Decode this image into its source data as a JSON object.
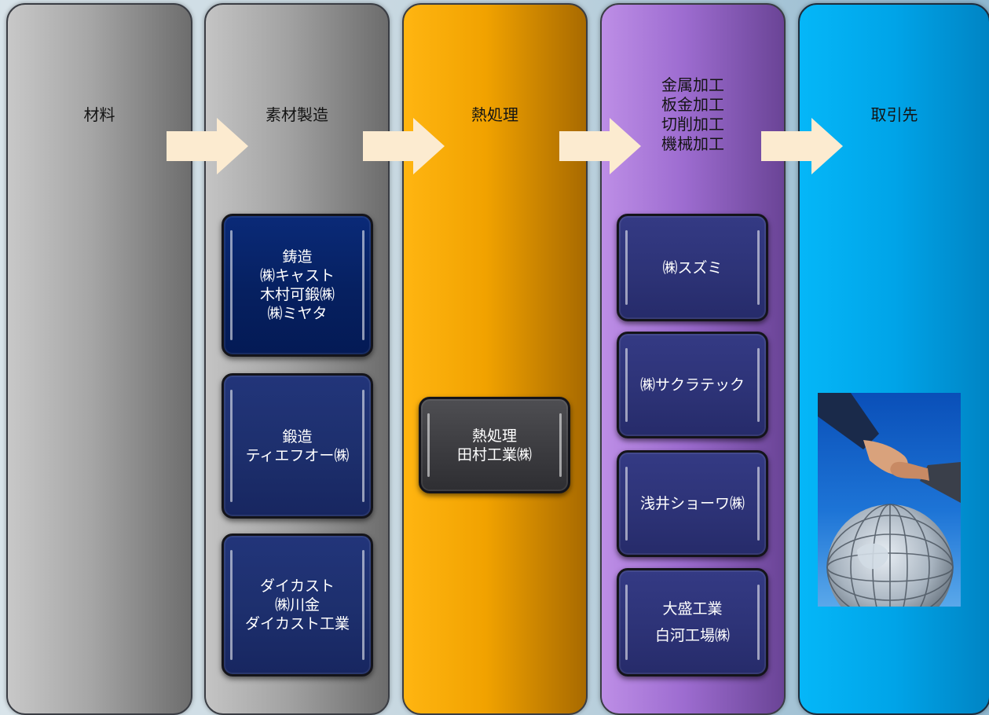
{
  "columns": [
    {
      "title": "材料"
    },
    {
      "title": "素材製造"
    },
    {
      "title": "熱処理"
    },
    {
      "title": "金属加工\n板金加工\n切削加工\n機械加工"
    },
    {
      "title": "取引先"
    }
  ],
  "material_boxes": [
    {
      "text": "鋳造\n㈱キャスト\n木村可鍛㈱\n㈱ミヤタ"
    },
    {
      "text": "鍛造\nティエフオー㈱"
    },
    {
      "text": "ダイカスト\n㈱川金\nダイカスト工業"
    }
  ],
  "heat_boxes": [
    {
      "text": "熱処理\n田村工業㈱"
    }
  ],
  "metal_boxes": [
    {
      "text": "㈱スズミ"
    },
    {
      "text": "㈱サクラテック"
    },
    {
      "text": "浅井ショーワ㈱"
    },
    {
      "text": "大盛工業\n白河工場㈱"
    }
  ],
  "colors": {
    "arrow": "#fcebd0",
    "column_material": "#a6a6a6",
    "column_heat_treatment": "#f1a200",
    "column_metal_processing": "#9d6cd0",
    "column_customers": "#00a4e8",
    "box_navy": "#062060"
  },
  "photo": {
    "icon": "handshake-globe-photo"
  }
}
